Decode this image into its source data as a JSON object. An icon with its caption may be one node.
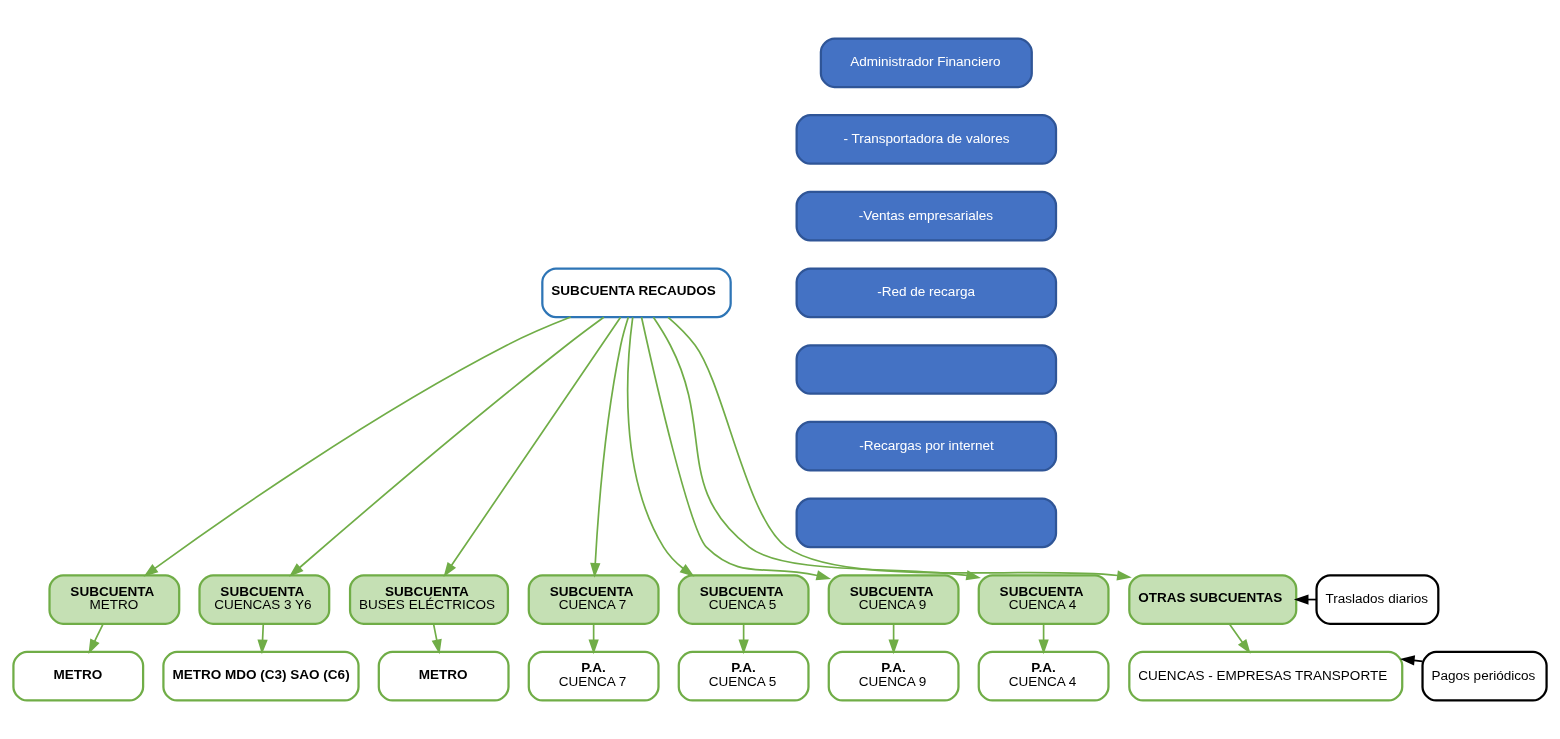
{
  "diagram": {
    "nodes": [
      {
        "text": [
          "Administrador Financiero"
        ]
      },
      {
        "text": [
          "SUBCUENTA RECAUDOS"
        ]
      },
      {
        "text": [
          "- Transportadora de valores"
        ]
      },
      {
        "text": [
          "-Ventas empresariales"
        ]
      },
      {
        "text": [
          "-Red de recarga"
        ]
      },
      {
        "text": [],
        "shape": "box"
      },
      {
        "text": [
          "-Recargas por internet"
        ]
      },
      {
        "text": [],
        "shape": "box"
      },
      {
        "text": [
          "SUBCUENTA",
          "METRO"
        ]
      },
      {
        "text": [
          "SUBCUENTA",
          "CUENCAS 3 Y6"
        ]
      },
      {
        "text": [
          "SUBCUENTA",
          "BUSES ELÉCTRICOS"
        ]
      },
      {
        "text": [
          "SUBCUENTA",
          "CUENCA 7"
        ]
      },
      {
        "text": [
          "SUBCUENTA",
          "CUENCA 5"
        ]
      },
      {
        "text": [
          "SUBCUENTA",
          "CUENCA 9"
        ]
      },
      {
        "text": [
          "SUBCUENTA",
          "CUENCA 4"
        ]
      },
      {
        "text": [
          "OTRAS SUBCUENTAS"
        ]
      },
      {
        "text": [
          "Traslados diarios"
        ]
      },
      {
        "text": [
          "METRO"
        ]
      },
      {
        "text": [
          "METRO MDO (C3) SAO (C6)"
        ]
      },
      {
        "text": [
          "METRO"
        ]
      },
      {
        "text": [
          "P.A.",
          "CUENCA 7"
        ]
      },
      {
        "text": [
          "P.A.",
          "CUENCA 5"
        ]
      },
      {
        "text": [
          "P.A.",
          "CUENCA 9"
        ]
      },
      {
        "text": [
          "P.A.",
          "CUENCA 4"
        ]
      },
      {
        "text": [
          "CUENCAS - EMPRESAS TRANSPORTE"
        ]
      },
      {
        "text": [
          "Pagos periódicos"
        ]
      }
    ],
    "edges": [
      {
        "from": 1,
        "to": 8,
        "arrow": "to"
      },
      {
        "from": 1,
        "to": 9,
        "arrow": "to"
      },
      {
        "from": 1,
        "to": 10,
        "arrow": "to"
      },
      {
        "from": 1,
        "to": 11,
        "arrow": "to"
      },
      {
        "from": 1,
        "to": 12,
        "arrow": "to"
      },
      {
        "from": 1,
        "to": 13,
        "arrow": "to"
      },
      {
        "from": 1,
        "to": 14,
        "arrow": "to"
      },
      {
        "from": 1,
        "to": 15,
        "arrow": "to"
      },
      {
        "from": 8,
        "to": 17,
        "arrow": "to"
      },
      {
        "from": 9,
        "to": 18,
        "arrow": "to"
      },
      {
        "from": 10,
        "to": 19,
        "arrow": "to"
      },
      {
        "from": 11,
        "to": 20,
        "arrow": "to"
      },
      {
        "from": 12,
        "to": 21,
        "arrow": "to"
      },
      {
        "from": 13,
        "to": 22,
        "arrow": "to"
      },
      {
        "from": 14,
        "to": 23,
        "arrow": "to"
      },
      {
        "from": 15,
        "to": 24,
        "arrow": "to"
      },
      {
        "from": 16,
        "to": 15,
        "arrow": "to",
        "color": "#000000"
      },
      {
        "from": 25,
        "to": 24,
        "arrow": "to",
        "color": "#000000"
      }
    ]
  }
}
